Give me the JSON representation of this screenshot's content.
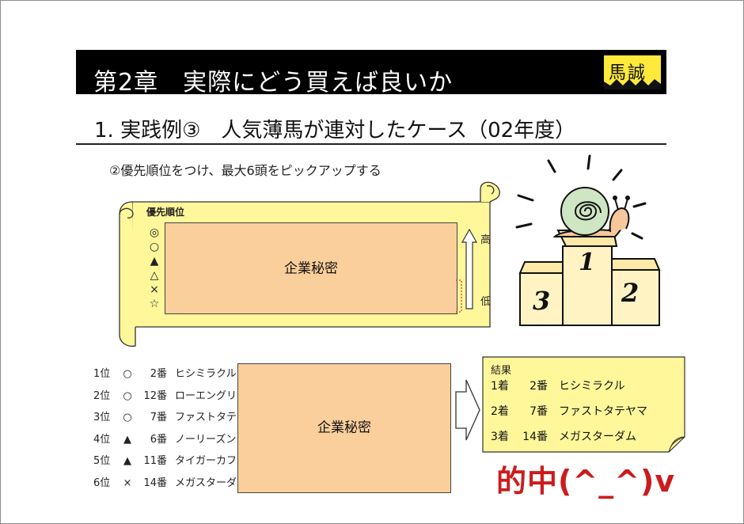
{
  "title": "第2章　実際にどう買えば良いか",
  "logo_text": "馬誠",
  "subtitle": "1. 実践例③　人気薄馬が連対したケース（02年度）",
  "step_label": "②優先順位をつけ、最大6頭をピックアップする",
  "priority": {
    "heading": "優先順位",
    "marks": [
      "◎",
      "○",
      "▲",
      "△",
      "×",
      "☆"
    ],
    "high_label": "高",
    "low_label": "低"
  },
  "confidential_label": "企業秘密",
  "picks": [
    {
      "rank": "1位",
      "mark": "○",
      "number": "2番",
      "horse": "ヒシミラクル（"
    },
    {
      "rank": "2位",
      "mark": "○",
      "number": "12番",
      "horse": "ローエングリン"
    },
    {
      "rank": "3位",
      "mark": "○",
      "number": "7番",
      "horse": "ファストタテヤ"
    },
    {
      "rank": "4位",
      "mark": "▲",
      "number": "6番",
      "horse": "ノーリーズン（"
    },
    {
      "rank": "5位",
      "mark": "▲",
      "number": "11番",
      "horse": "タイガーカフェ"
    },
    {
      "rank": "6位",
      "mark": "×",
      "number": "14番",
      "horse": "メガスターダム"
    }
  ],
  "result": {
    "heading": "結果",
    "rows": [
      {
        "position": "1着",
        "number": "2番",
        "horse": "ヒシミラクル"
      },
      {
        "position": "2着",
        "number": "7番",
        "horse": "ファストタテヤマ"
      },
      {
        "position": "3着",
        "number": "14番",
        "horse": "メガスターダム"
      }
    ]
  },
  "hit_text": "的中(^_^)v",
  "podium_numbers": [
    "1",
    "2",
    "3"
  ],
  "colors": {
    "title_bg": "#000000",
    "logo_bg": "#ffe93a",
    "scroll_fill": "#fff79a",
    "confidential_fill": "#fbcf9b",
    "hit_red": "#cc1b1b"
  }
}
